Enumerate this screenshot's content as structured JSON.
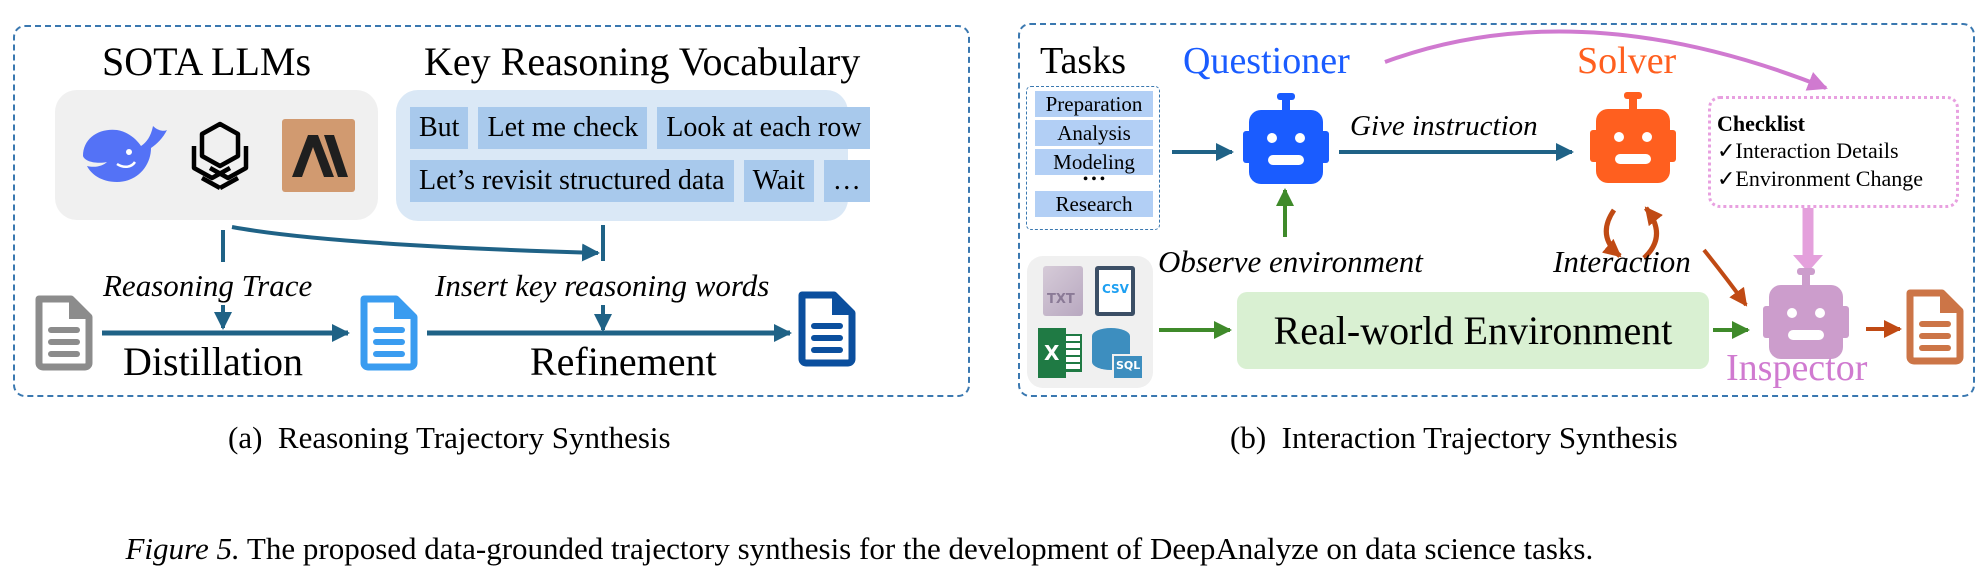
{
  "panel_a": {
    "sota_title": "SOTA LLMs",
    "llm_logos": [
      "deepseek-whale-icon",
      "openai-knot-icon",
      "anthropic-ai-icon"
    ],
    "vocab_title": "Key Reasoning Vocabulary",
    "vocab_row1": [
      "But",
      "Let me check",
      "Look at each row"
    ],
    "vocab_row2": [
      "Let’s revisit structured data",
      "Wait",
      "…"
    ],
    "reasoning_trace_label": "Reasoning Trace",
    "insert_label": "Insert key reasoning words",
    "distillation_label": "Distillation",
    "refinement_label": "Refinement",
    "caption": "(a)  Reasoning Trajectory Synthesis"
  },
  "panel_b": {
    "tasks_title": "Tasks",
    "tasks": [
      "Preparation",
      "Analysis",
      "Modeling",
      "Research"
    ],
    "tasks_ellipsis": "• • •",
    "questioner_label": "Questioner",
    "solver_label": "Solver",
    "inspector_label": "Inspector",
    "give_instruction_label": "Give instruction",
    "observe_label": "Observe environment",
    "interaction_label": "Interaction",
    "environment_label": "Real-world Environment",
    "file_types": [
      "TXT",
      "CSV",
      "X",
      "SQL"
    ],
    "checklist_title": "Checklist",
    "checklist_items": [
      "✓Interaction Details",
      "✓Environment Change"
    ],
    "caption": "(b)  Interaction Trajectory Synthesis"
  },
  "figure_caption": {
    "label": "Figure 5.",
    "text": " The proposed data-grounded trajectory synthesis for the development of DeepAnalyze on data science tasks."
  },
  "colors": {
    "frame": "#3a78b0",
    "arrow_blue": "#1f6286",
    "questioner": "#1a5cff",
    "solver": "#ff5f1f",
    "inspector": "#d07ad0",
    "inspector_robot": "#cc9dcc",
    "green": "#3f8a2a",
    "interaction": "#c04a14"
  }
}
